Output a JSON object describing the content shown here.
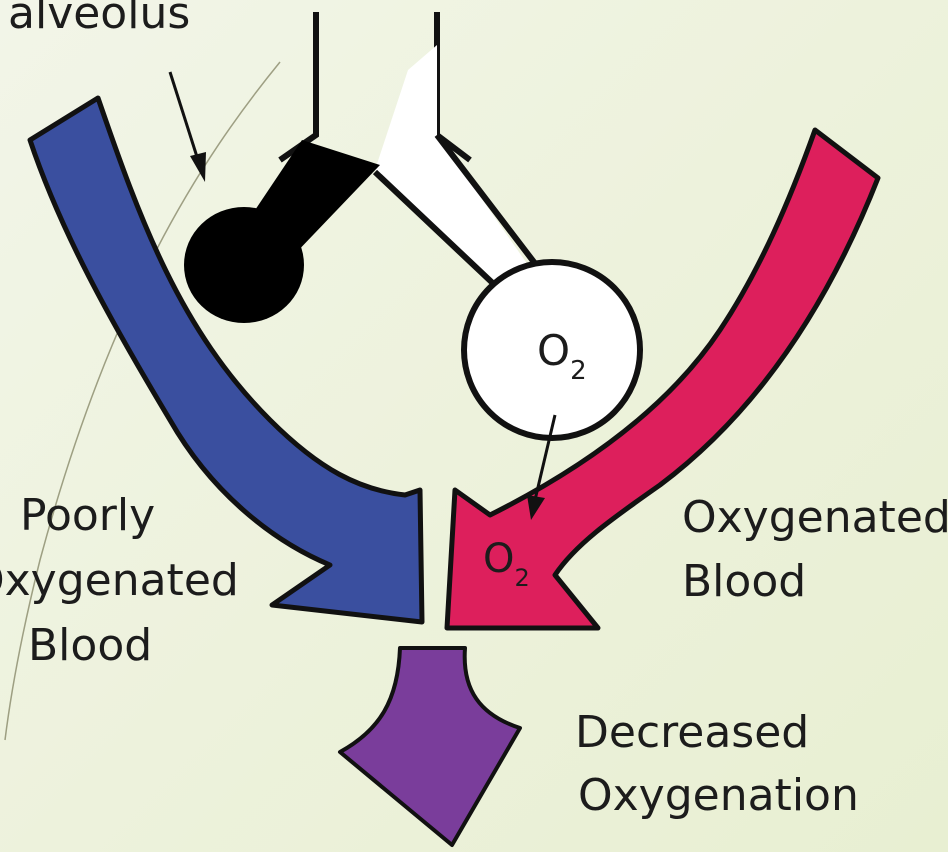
{
  "labels": {
    "alveolus": "alveolus",
    "poorly_line1": "Poorly",
    "poorly_line2": "Oxygenated",
    "poorly_line3": "Blood",
    "oxygenated_line1": "Oxygenated",
    "oxygenated_line2": "Blood",
    "decreased_line1": "Decreased",
    "decreased_line2": "Oxygenation",
    "o2_main": "O",
    "o2_sub": "2",
    "o2_blood": "O",
    "o2_blood_sub": "2"
  },
  "colors": {
    "background": "#eef3e0",
    "deoxygenated": "#3a4f9f",
    "oxygenated": "#dd1f5c",
    "mixed": "#7a3d9b",
    "blocked_alveolus": "#000000",
    "open_alveolus": "#ffffff",
    "outline": "#111111"
  }
}
